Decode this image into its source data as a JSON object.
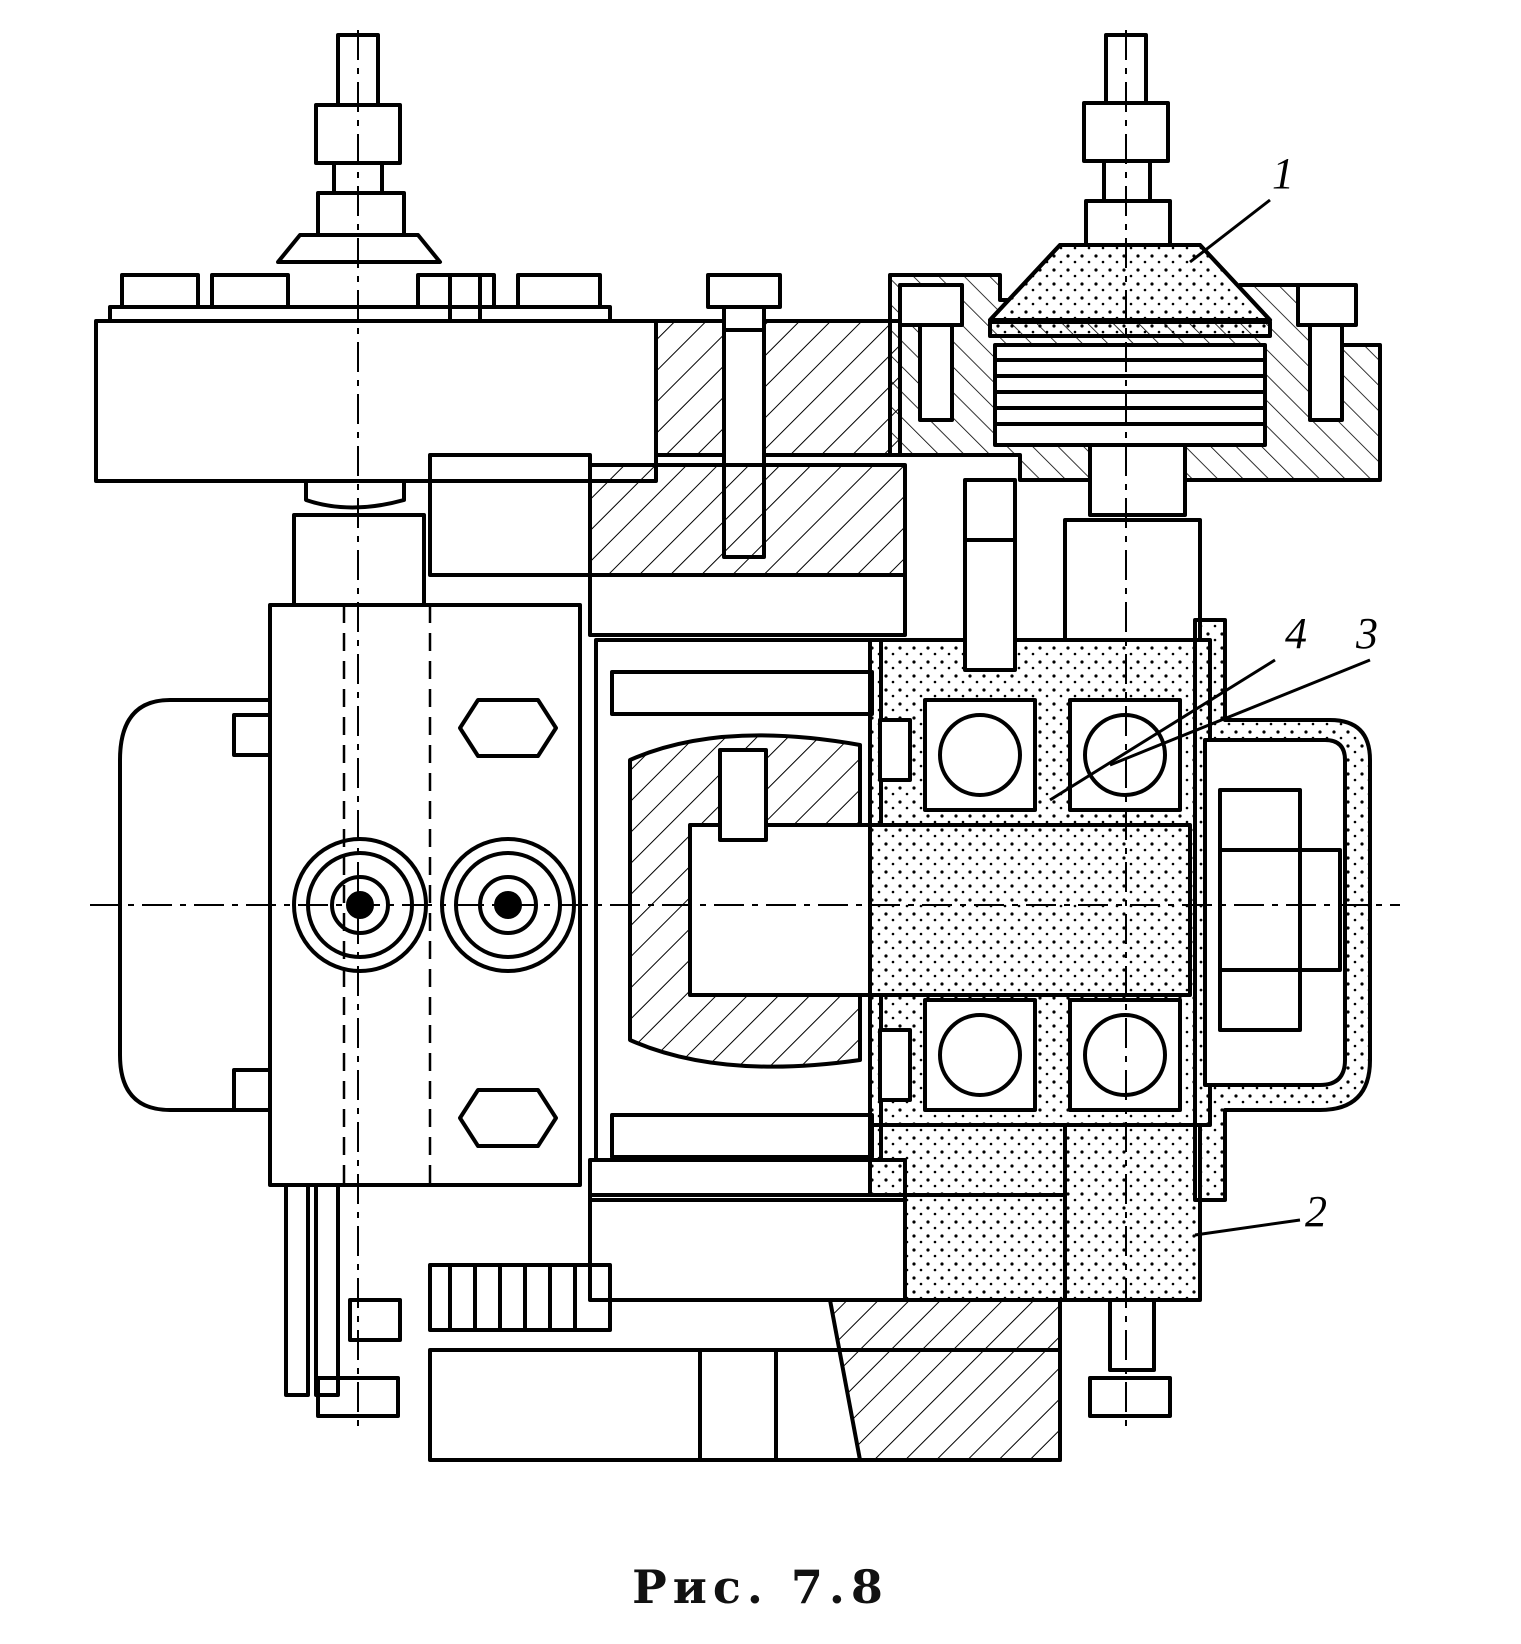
{
  "figure": {
    "caption": "Рис. 7.8",
    "callouts": [
      {
        "id": "1",
        "text": "1"
      },
      {
        "id": "2",
        "text": "2"
      },
      {
        "id": "3",
        "text": "3"
      },
      {
        "id": "4",
        "text": "4"
      }
    ]
  },
  "colors": {
    "ink": "#000000",
    "paper": "#ffffff"
  }
}
